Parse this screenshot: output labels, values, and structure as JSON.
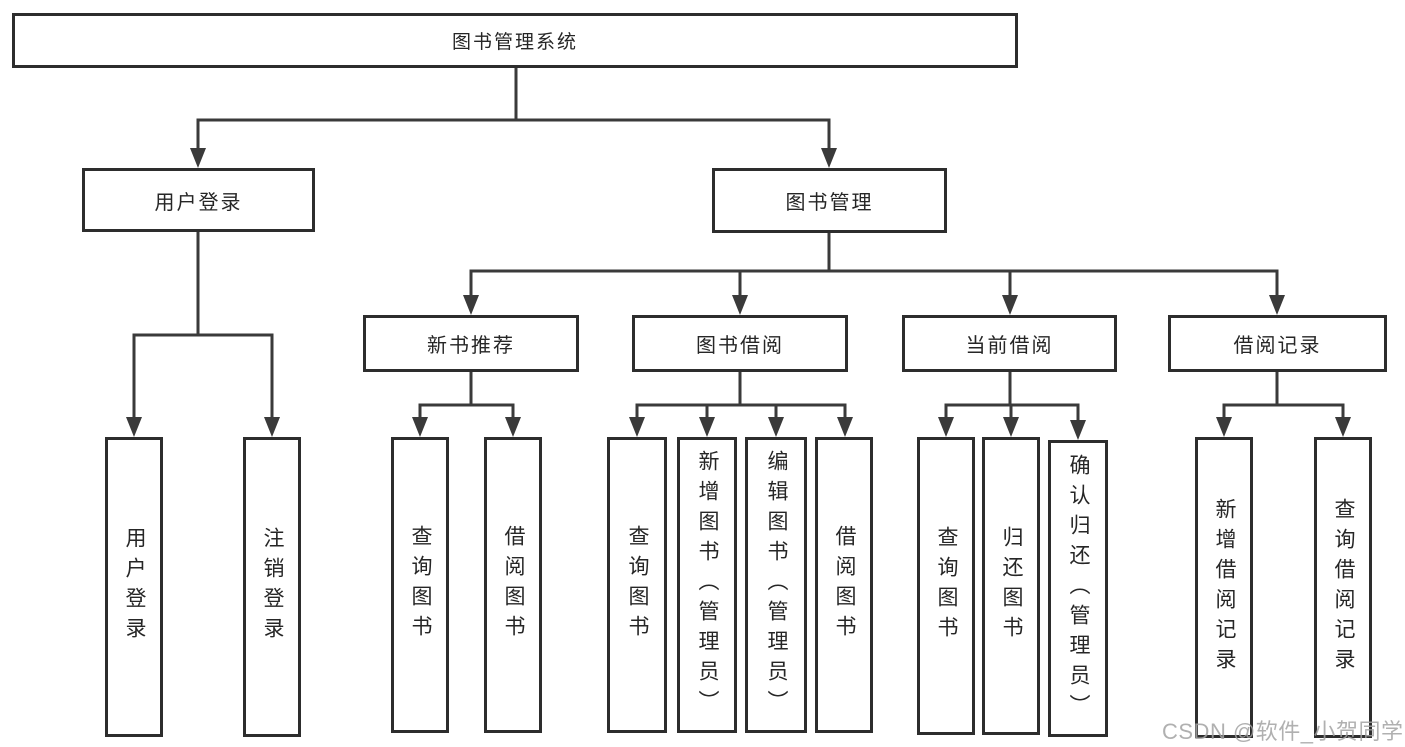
{
  "diagram": {
    "root": "图书管理系统",
    "level2": [
      "用户登录",
      "图书管理"
    ],
    "level3": [
      "新书推荐",
      "图书借阅",
      "当前借阅",
      "借阅记录"
    ],
    "leaves_user": [
      "用户登录",
      "注销登录"
    ],
    "leaves_newbook": [
      "查询图书",
      "借阅图书"
    ],
    "leaves_borrow": [
      "查询图书",
      "新增图书（管理员）",
      "编辑图书（管理员）",
      "借阅图书"
    ],
    "leaves_current": [
      "查询图书",
      "归还图书",
      "确认归还（管理员）"
    ],
    "leaves_records": [
      "新增借阅记录",
      "查询借阅记录"
    ]
  },
  "watermark": {
    "text": "CSDN @软件_小贺同学"
  },
  "colors": {
    "line": "#3a3a3a",
    "border": "#2d2d2d",
    "text": "#262626",
    "background": "#ffffff",
    "watermark": "#a3a3a3"
  }
}
